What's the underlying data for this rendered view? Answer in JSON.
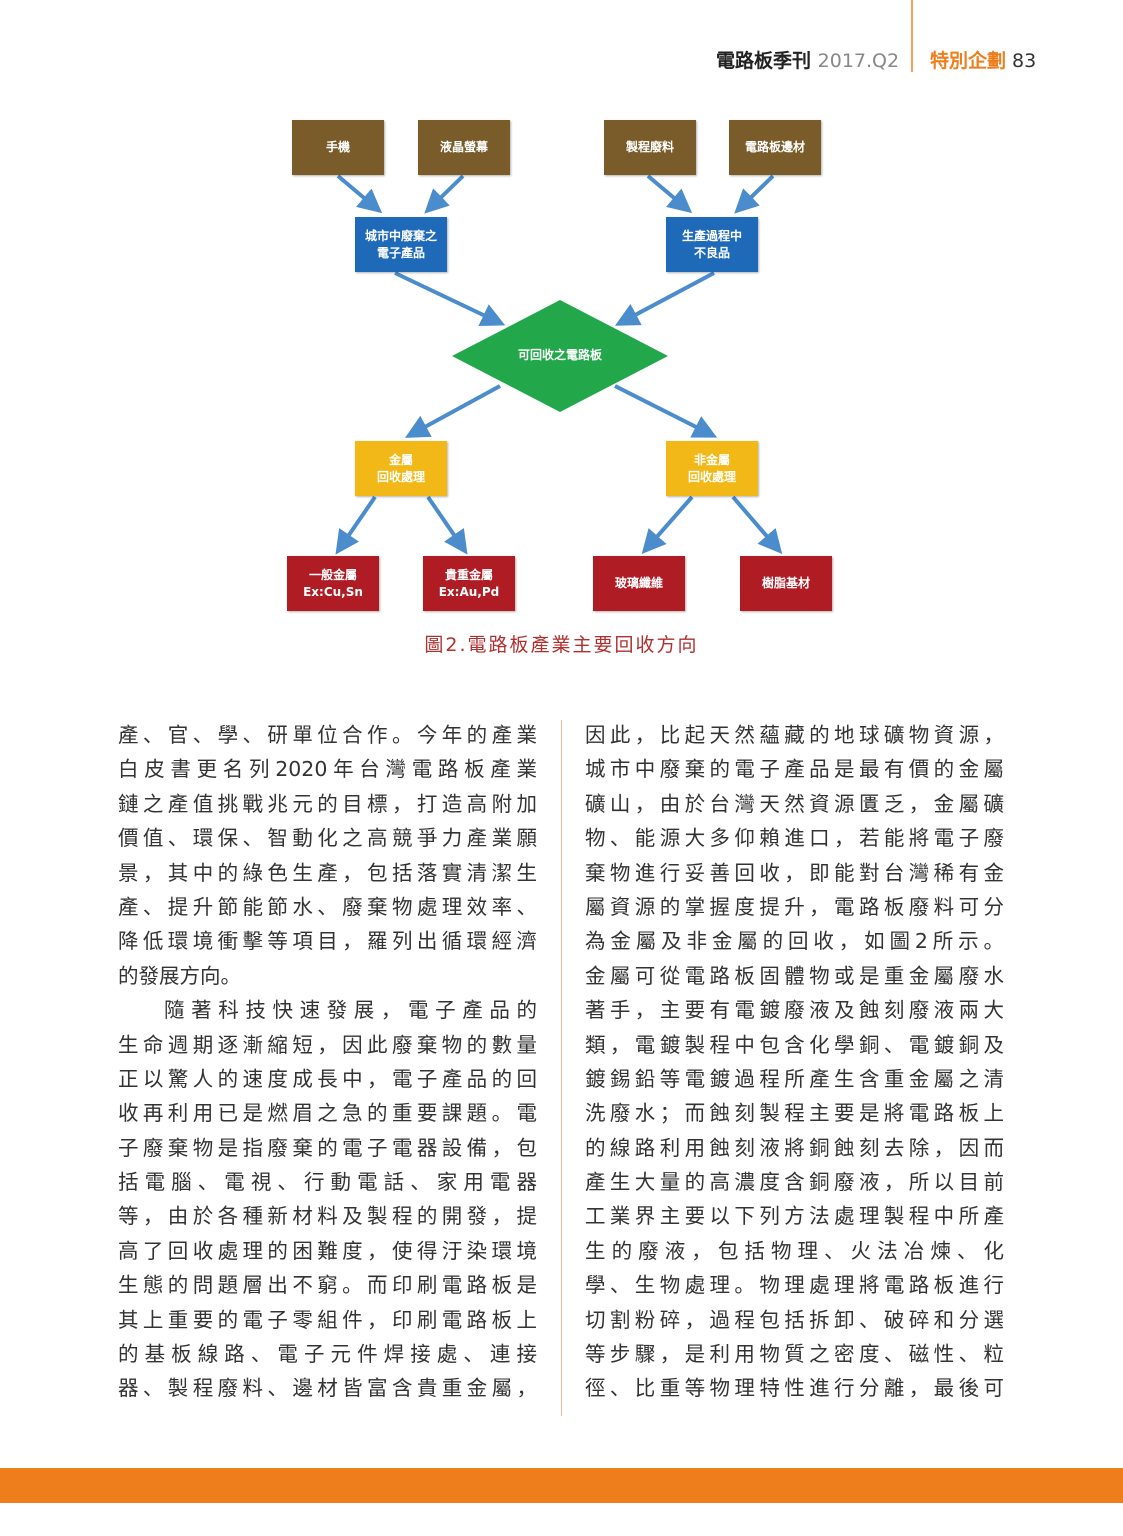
{
  "header": {
    "magazine": "電路板季刊",
    "issue": "2017.Q2",
    "section": "特別企劃",
    "page": "83"
  },
  "diagram": {
    "sources": [
      "手機",
      "液晶螢幕",
      "製程廢料",
      "電路板邊材"
    ],
    "intermediate": [
      "城市中廢棄之\n電子產品",
      "生產過程中\n不良品"
    ],
    "center": "可回收之電路板",
    "processing": [
      "金屬\n回收處理",
      "非金屬\n回收處理"
    ],
    "outputs": [
      "一般金屬\nEx:Cu,Sn",
      "貴重金屬\nEx:Au,Pd",
      "玻璃纖維",
      "樹脂基材"
    ],
    "caption": "圖2.電路板產業主要回收方向",
    "colors": {
      "source": "#7a5c2a",
      "intermediate": "#1f6ab8",
      "center": "#22a84a",
      "processing": "#f2b817",
      "output": "#b01c24",
      "arrow": "#4a8ccc"
    }
  },
  "body": {
    "left": [
      "產、官、學、研單位合作。今年的產業",
      "白皮書更名列2020年台灣電路板產業",
      "鏈之產值挑戰兆元的目標，打造高附加",
      "價值、環保、智動化之高競爭力產業願",
      "景，其中的綠色生產，包括落實清潔生",
      "產、提升節能節水、廢棄物處理效率、",
      "降低環境衝擊等項目，羅列出循環經濟",
      "的發展方向。",
      "隨著科技快速發展，電子產品的",
      "生命週期逐漸縮短，因此廢棄物的數量",
      "正以驚人的速度成長中，電子產品的回",
      "收再利用已是燃眉之急的重要課題。電",
      "子廢棄物是指廢棄的電子電器設備，包",
      "括電腦、電視、行動電話、家用電器",
      "等，由於各種新材料及製程的開發，提",
      "高了回收處理的困難度，使得汙染環境",
      "生態的問題層出不窮。而印刷電路板是",
      "其上重要的電子零組件，印刷電路板上",
      "的基板線路、電子元件焊接處、連接",
      "器、製程廢料、邊材皆富含貴重金屬，"
    ],
    "right": [
      "因此，比起天然蘊藏的地球礦物資源，",
      "城市中廢棄的電子產品是最有價的金屬",
      "礦山，由於台灣天然資源匱乏，金屬礦",
      "物、能源大多仰賴進口，若能將電子廢",
      "棄物進行妥善回收，即能對台灣稀有金",
      "屬資源的掌握度提升，電路板廢料可分",
      "為金屬及非金屬的回收，如圖2所示。",
      "金屬可從電路板固體物或是重金屬廢水",
      "著手，主要有電鍍廢液及蝕刻廢液兩大",
      "類，電鍍製程中包含化學銅、電鍍銅及",
      "鍍錫鉛等電鍍過程所產生含重金屬之清",
      "洗廢水；而蝕刻製程主要是將電路板上",
      "的線路利用蝕刻液將銅蝕刻去除，因而",
      "產生大量的高濃度含銅廢液，所以目前",
      "工業界主要以下列方法處理製程中所產",
      "生的廢液，包括物理、火法冶煉、化",
      "學、生物處理。物理處理將電路板進行",
      "切割粉碎，過程包括拆卸、破碎和分選",
      "等步驟，是利用物質之密度、磁性、粒",
      "徑、比重等物理特性進行分離，最後可"
    ]
  }
}
